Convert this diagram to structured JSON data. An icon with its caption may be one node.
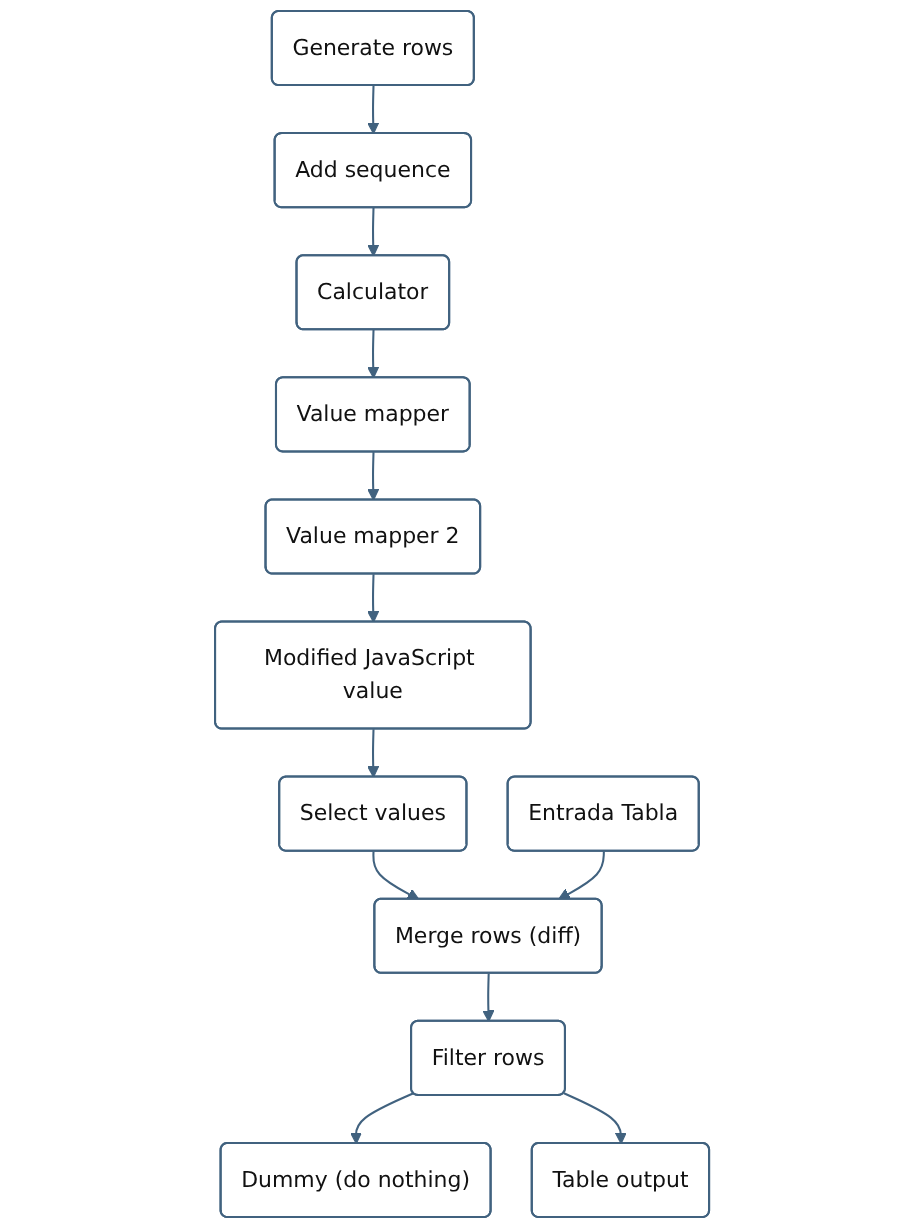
{
  "diagram": {
    "nodes": [
      {
        "text": [
          "Generate rows"
        ]
      },
      {
        "text": [
          "Add sequence"
        ]
      },
      {
        "text": [
          "Calculator"
        ]
      },
      {
        "text": [
          "Value mapper 2"
        ]
      },
      {
        "text": [
          "Value mapper"
        ]
      },
      {
        "text": [
          "Modified JavaScript value"
        ]
      },
      {
        "text": [
          "Select values"
        ]
      },
      {
        "text": [
          "Dummy (do nothing)"
        ]
      },
      {
        "text": [
          "Entrada Tabla"
        ]
      },
      {
        "text": [
          "Merge rows (diff)"
        ]
      },
      {
        "text": [
          "Filter rows"
        ]
      },
      {
        "text": [
          "Table output"
        ]
      }
    ],
    "edges": [
      {
        "from": 0,
        "to": 1,
        "arrow": "to"
      },
      {
        "from": 1,
        "to": 2,
        "arrow": "to"
      },
      {
        "from": 2,
        "to": 4,
        "arrow": "to"
      },
      {
        "from": 4,
        "to": 3,
        "arrow": "to"
      },
      {
        "from": 3,
        "to": 5,
        "arrow": "to"
      },
      {
        "from": 5,
        "to": 6,
        "arrow": "to"
      },
      {
        "from": 6,
        "to": 9,
        "arrow": "to"
      },
      {
        "from": 8,
        "to": 9,
        "arrow": "to"
      },
      {
        "from": 9,
        "to": 10,
        "arrow": "to"
      },
      {
        "from": 10,
        "to": 7,
        "arrow": "to"
      },
      {
        "from": 10,
        "to": 11,
        "arrow": "to"
      }
    ]
  }
}
